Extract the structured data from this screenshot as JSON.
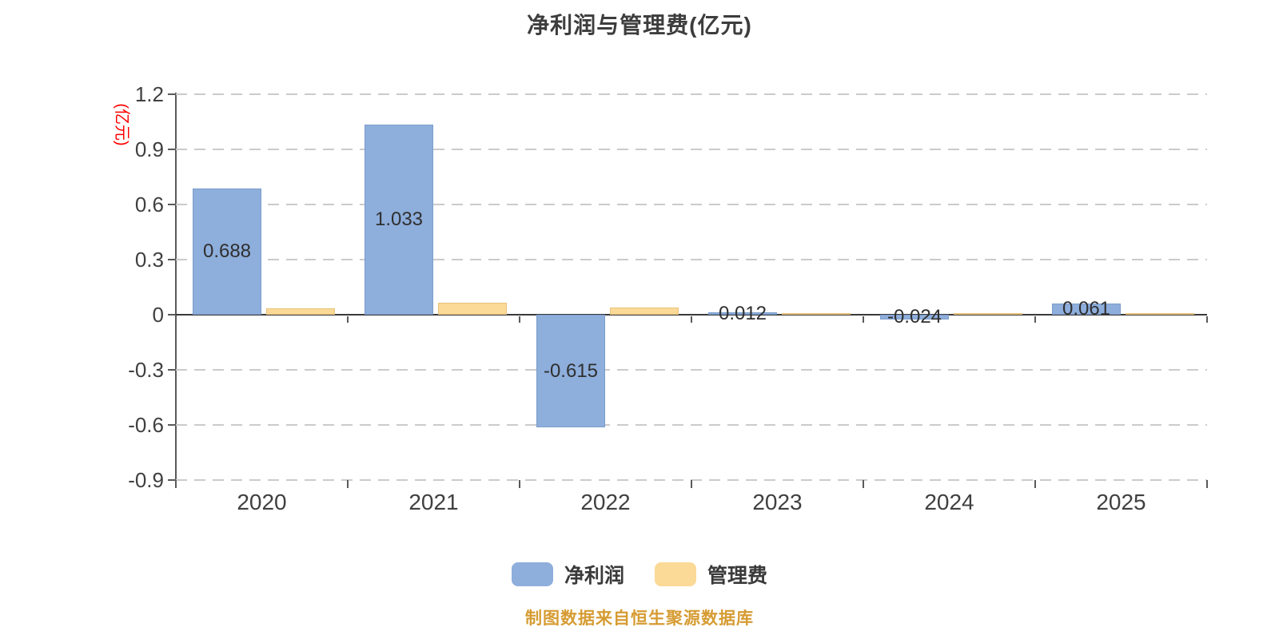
{
  "title": "净利润与管理费(亿元)",
  "y_axis": {
    "unit_label": "(亿元)",
    "unit_color": "#ff0000",
    "ticks": [
      "1.2",
      "0.9",
      "0.6",
      "0.3",
      "0",
      "-0.3",
      "-0.6",
      "-0.9"
    ]
  },
  "chart_data": {
    "type": "bar",
    "title": "净利润与管理费(亿元)",
    "categories": [
      "2020",
      "2021",
      "2022",
      "2023",
      "2024",
      "2025"
    ],
    "series": [
      {
        "name": "净利润",
        "color": "#8eaedc",
        "values": [
          0.688,
          1.033,
          -0.615,
          0.012,
          -0.024,
          0.061
        ],
        "labels": [
          "0.688",
          "1.033",
          "-0.615",
          "0.012",
          "-0.024",
          "0.061"
        ]
      },
      {
        "name": "管理费",
        "color": "#fbd996",
        "values": [
          0.035,
          0.065,
          0.038,
          0.01,
          0.008,
          0.005
        ],
        "labels": [
          "",
          "",
          "",
          "",
          "",
          ""
        ]
      }
    ],
    "ylim": [
      -0.9,
      1.2
    ],
    "y_tick_step": 0.3,
    "grid": "horizontal-dashed",
    "legend_position": "bottom"
  },
  "legend": {
    "items": [
      {
        "label": "净利润",
        "color": "#8eaedc"
      },
      {
        "label": "管理费",
        "color": "#fbd996"
      }
    ]
  },
  "footer": {
    "text": "制图数据来自恒生聚源数据库",
    "color": "#d69c33"
  },
  "colors": {
    "grid": "#cbcbcb",
    "zero_line": "#3a3a3a",
    "axis": "#5a5a5a",
    "tick_text": "#404040",
    "value_text": "#2f2f2f",
    "background": "#ffffff"
  }
}
